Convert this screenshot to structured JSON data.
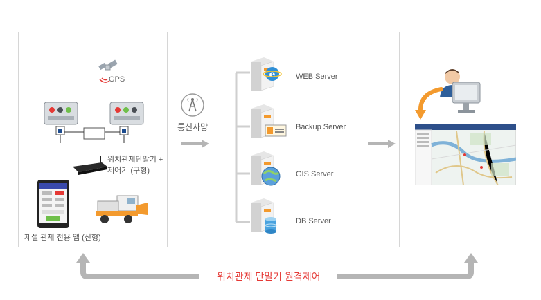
{
  "field": {
    "gps_label": "GPS",
    "terminal_label_line1": "위치관제단말기 +",
    "terminal_label_line2": "제어기 (구형)",
    "app_label": "제설 관제 전용 앱 (신형)"
  },
  "link": {
    "label": "통신사망"
  },
  "servers": [
    {
      "label": "WEB Server",
      "icon": "web-server-icon"
    },
    {
      "label": "Backup Server",
      "icon": "backup-server-icon"
    },
    {
      "label": "GIS Server",
      "icon": "gis-server-icon"
    },
    {
      "label": "DB Server",
      "icon": "db-server-icon"
    }
  ],
  "feedback": {
    "label": "위치관제 단말기 원격제어",
    "color": "#e53935"
  },
  "colors": {
    "arrow": "#b5b5b5",
    "panel_border": "#d6d6d6",
    "accent_orange": "#f39a2e"
  }
}
